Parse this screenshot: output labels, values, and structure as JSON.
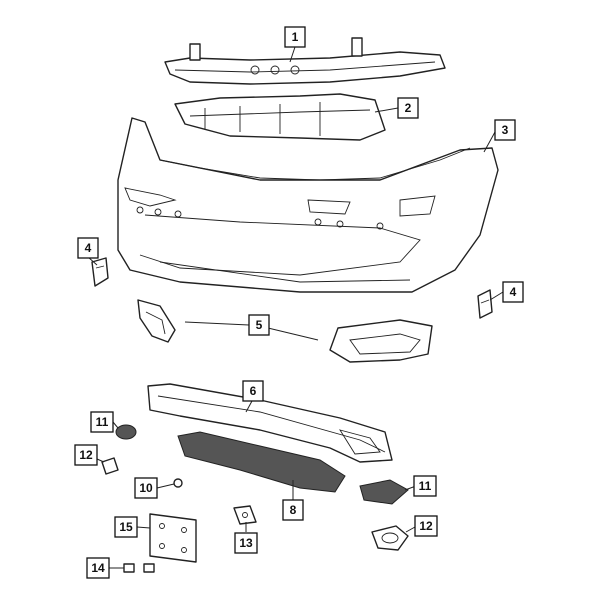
{
  "callouts": [
    {
      "id": "1",
      "label": "1"
    },
    {
      "id": "2",
      "label": "2"
    },
    {
      "id": "3",
      "label": "3"
    },
    {
      "id": "4a",
      "label": "4"
    },
    {
      "id": "4b",
      "label": "4"
    },
    {
      "id": "5",
      "label": "5"
    },
    {
      "id": "6",
      "label": "6"
    },
    {
      "id": "8",
      "label": "8"
    },
    {
      "id": "10",
      "label": "10"
    },
    {
      "id": "11a",
      "label": "11"
    },
    {
      "id": "11b",
      "label": "11"
    },
    {
      "id": "12a",
      "label": "12"
    },
    {
      "id": "12b",
      "label": "12"
    },
    {
      "id": "13",
      "label": "13"
    },
    {
      "id": "14",
      "label": "14"
    },
    {
      "id": "15",
      "label": "15"
    }
  ]
}
